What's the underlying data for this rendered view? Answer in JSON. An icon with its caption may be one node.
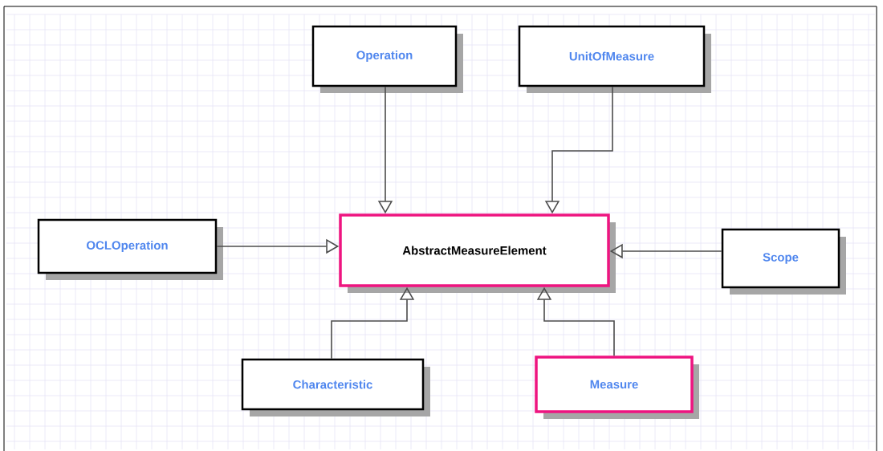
{
  "diagram": {
    "nodes": [
      {
        "text": [
          "Operation"
        ]
      },
      {
        "text": [
          "UnitOfMeasure"
        ]
      },
      {
        "text": [
          "OCLOperation"
        ]
      },
      {
        "text": [
          "AbstractMeasureElement"
        ]
      },
      {
        "text": [
          "Scope"
        ]
      },
      {
        "text": [
          "Characteristic"
        ]
      },
      {
        "text": [
          "Measure"
        ]
      }
    ],
    "edges": [
      {
        "from": 0,
        "to": 3,
        "arrow": "to"
      },
      {
        "from": 1,
        "to": 3,
        "arrow": "to"
      },
      {
        "from": 2,
        "to": 3,
        "arrow": "to"
      },
      {
        "from": 4,
        "to": 3,
        "arrow": "to"
      },
      {
        "from": 5,
        "to": 3,
        "arrow": "to"
      },
      {
        "from": 6,
        "to": 3,
        "arrow": "to"
      }
    ]
  }
}
